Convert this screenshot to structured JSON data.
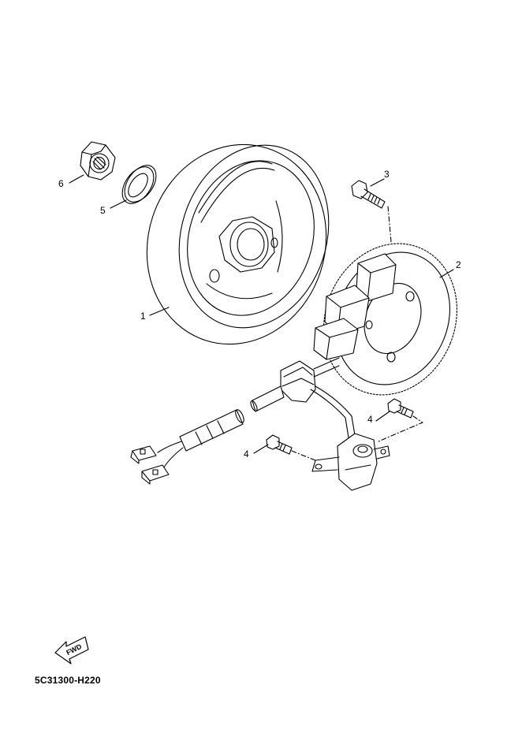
{
  "callouts": {
    "flywheel": "1",
    "stator": "2",
    "stator_screw": "3",
    "pickup_screw_right": "4",
    "pickup_screw_left": "4",
    "washer": "5",
    "nut": "6"
  },
  "fwd_label": "FWD",
  "diagram_code": "5C31300-H220"
}
